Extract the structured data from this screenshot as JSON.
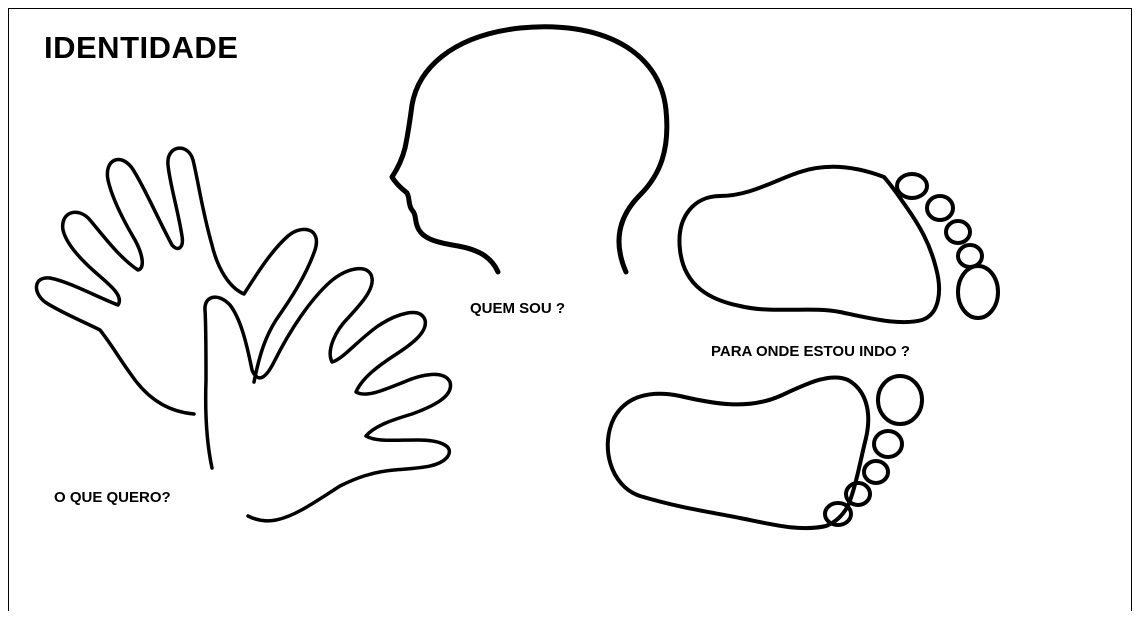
{
  "title": "IDENTIDADE",
  "labels": {
    "who": "QUEM SOU ?",
    "where": "PARA ONDE ESTOU INDO ?",
    "want": "O QUE QUERO?"
  },
  "illustrations": {
    "head": "head-profile-icon",
    "hands": "hands-icon",
    "feet": "footprints-icon"
  },
  "colors": {
    "background": "#ffffff",
    "ink": "#000000"
  }
}
